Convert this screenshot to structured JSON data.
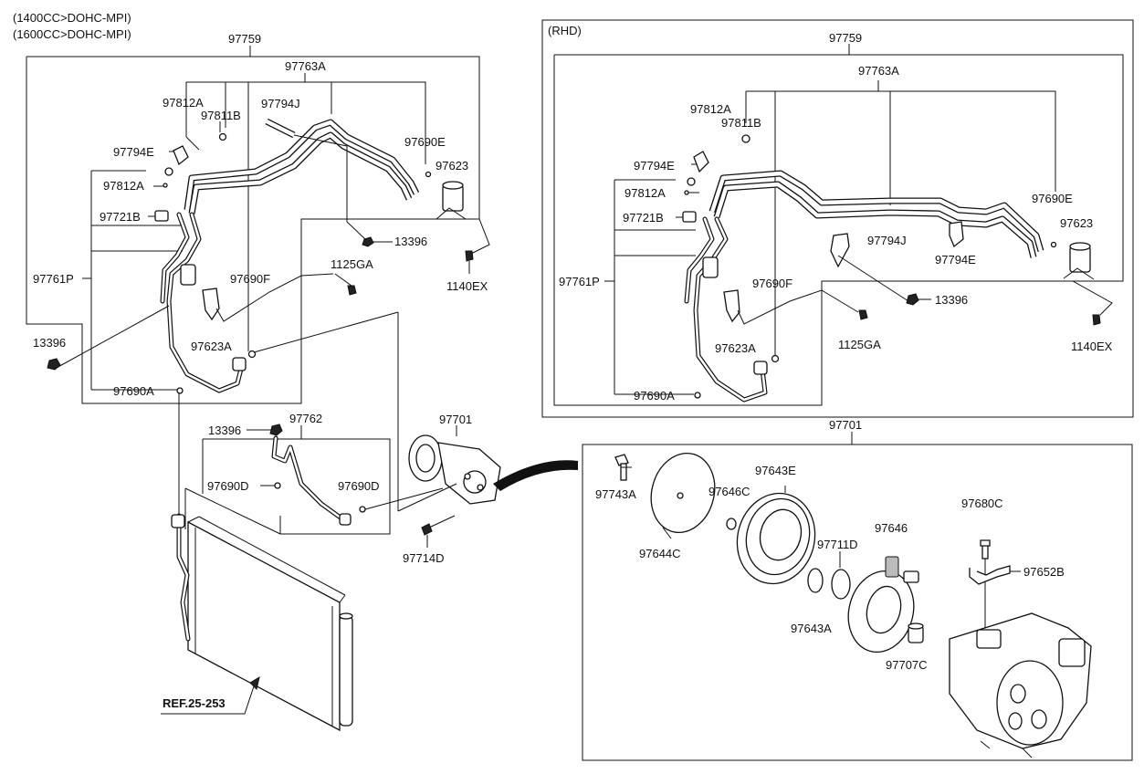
{
  "header": {
    "engine_line_1": "(1400CC>DOHC-MPI)",
    "engine_line_2": "(1600CC>DOHC-MPI)"
  },
  "rhd_panel": {
    "title": "(RHD)"
  },
  "labels": {
    "l_97759": "97759",
    "l_97763A": "97763A",
    "l_97812A_top": "97812A",
    "l_97811B": "97811B",
    "l_97794J": "97794J",
    "l_97690E": "97690E",
    "l_97623": "97623",
    "l_97794E": "97794E",
    "l_97812A": "97812A",
    "l_97721B": "97721B",
    "l_13396_mid": "13396",
    "l_1125GA": "1125GA",
    "l_97690F": "97690F",
    "l_1140EX": "1140EX",
    "l_97761P": "97761P",
    "l_13396_left": "13396",
    "l_97623A": "97623A",
    "l_97690A": "97690A",
    "l_13396_low": "13396",
    "l_97762": "97762",
    "l_97690D_l": "97690D",
    "l_97690D_r": "97690D",
    "l_97701": "97701",
    "l_97714D": "97714D",
    "l_ref": "REF.25-253"
  },
  "rhd_labels": {
    "r_97759": "97759",
    "r_97763A": "97763A",
    "r_97812A_top": "97812A",
    "r_97811B": "97811B",
    "r_97794E": "97794E",
    "r_97812A": "97812A",
    "r_97721B": "97721B",
    "r_97794J": "97794J",
    "r_97794E_r": "97794E",
    "r_97690E": "97690E",
    "r_97623": "97623",
    "r_97761P": "97761P",
    "r_97690F": "97690F",
    "r_13396": "13396",
    "r_97623A": "97623A",
    "r_1125GA": "1125GA",
    "r_1140EX": "1140EX",
    "r_97690A": "97690A"
  },
  "compressor_labels": {
    "c_97701": "97701",
    "c_97743A": "97743A",
    "c_97646C": "97646C",
    "c_97643E": "97643E",
    "c_97680C": "97680C",
    "c_97644C": "97644C",
    "c_97646": "97646",
    "c_97711D": "97711D",
    "c_97652B": "97652B",
    "c_97643A": "97643A",
    "c_97707C": "97707C"
  }
}
